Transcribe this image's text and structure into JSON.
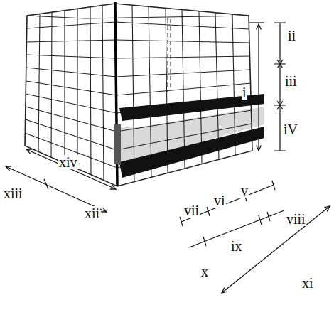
{
  "diagram": {
    "labels": [
      "i",
      "ii",
      "iii",
      "iV",
      "v",
      "vi",
      "vii",
      "viii",
      "ix",
      "x",
      "xi",
      "xii",
      "xiii",
      "xiv"
    ]
  }
}
